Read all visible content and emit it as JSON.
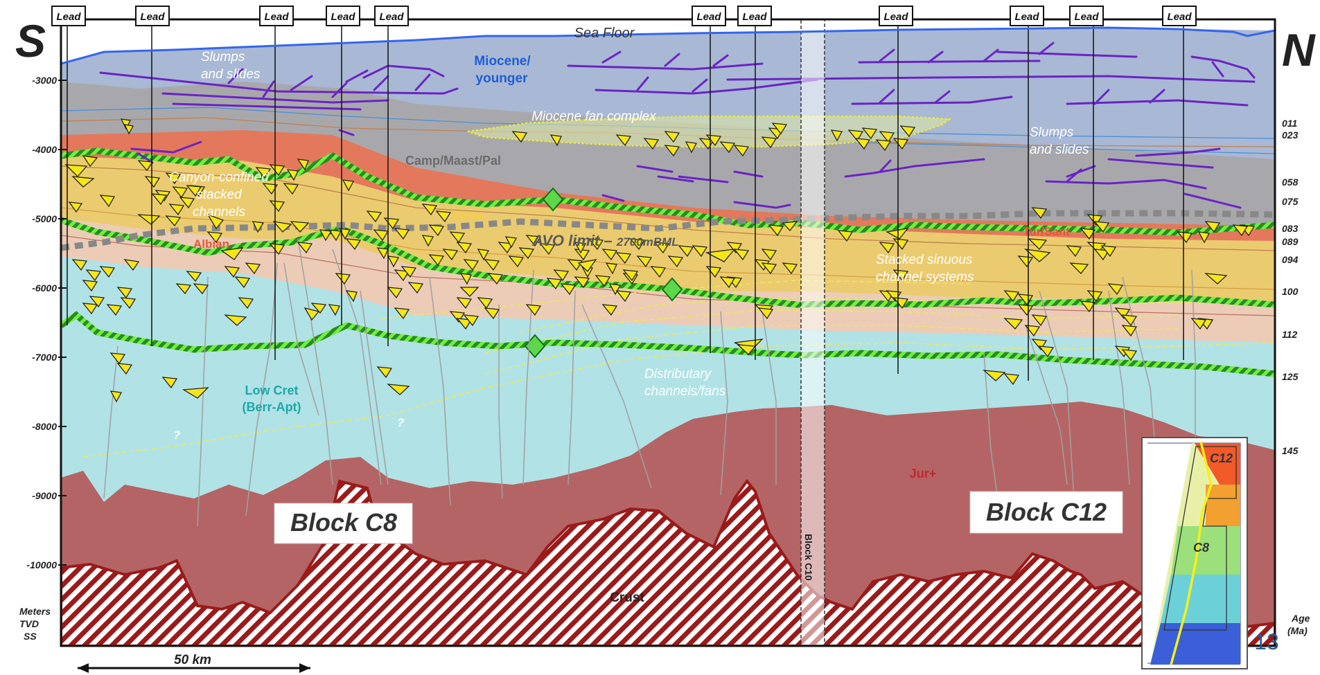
{
  "direction": {
    "left": "S",
    "right": "N"
  },
  "lead_labels": [
    "Lead",
    "Lead",
    "Lead",
    "Lead",
    "Lead",
    "Lead",
    "Lead",
    "Lead",
    "Lead",
    "Lead",
    "Lead"
  ],
  "depth_axis": {
    "title_lines": [
      "Meters",
      "TVD",
      "SS"
    ],
    "ticks": [
      "-3000",
      "-4000",
      "-5000",
      "-6000",
      "-7000",
      "-8000",
      "-9000",
      "-10000"
    ]
  },
  "age_axis": {
    "title_lines": [
      "Age",
      "(Ma)"
    ],
    "ticks": [
      "011",
      "023",
      "058",
      "075",
      "083",
      "089",
      "094",
      "100",
      "112",
      "125",
      "145"
    ]
  },
  "labels": {
    "sea_floor": "Sea Floor",
    "miocene_younger_1": "Miocene/",
    "miocene_younger_2": "younger",
    "slumps_left_1": "Slumps",
    "slumps_left_2": "and slides",
    "slumps_right_1": "Slumps",
    "slumps_right_2": "and slides",
    "miocene_fan": "Miocene fan complex",
    "camp": "Camp/Maast/Pal",
    "canyon_1": "Canyon-confined",
    "canyon_2": "stacked",
    "canyon_3": "channels",
    "ceno": "Ceno",
    "albian": "Albian",
    "avo_main": "AVO limit – ",
    "avo_depth": "2700mBML",
    "tur_sant": "Tur/Sant",
    "stacked_1": "Stacked sinuous",
    "stacked_2": "channel systems",
    "distrib_1": "Distributary",
    "distrib_2": "channels/fans",
    "low_cret_1": "Low Cret",
    "low_cret_2": "(Berr-Apt)",
    "q1": "?",
    "q2": "?",
    "jur": "Jur+",
    "crust": "Crust",
    "block_c10": "Block C10"
  },
  "blocks": {
    "c8": "Block C8",
    "c12": "Block C12"
  },
  "scale_bar": "50 km",
  "inset": {
    "c12": "C12",
    "c8": "C8"
  },
  "page_number": "13",
  "colors": {
    "seafloor_line": "#3366ee",
    "miocene": "#a9b8d4",
    "camp": "#a8a8ac",
    "red_band": "#e4785c",
    "ceno": "#ebcb6f",
    "albian": "#ecccb6",
    "low_cret": "#b1e2e6",
    "jurassic": "#b46464",
    "crust_stripe": "#9b1a1a",
    "green_horizon": "#36c030",
    "fault_purple": "#6a24c4",
    "lead_yellow": "#f5e61a"
  }
}
